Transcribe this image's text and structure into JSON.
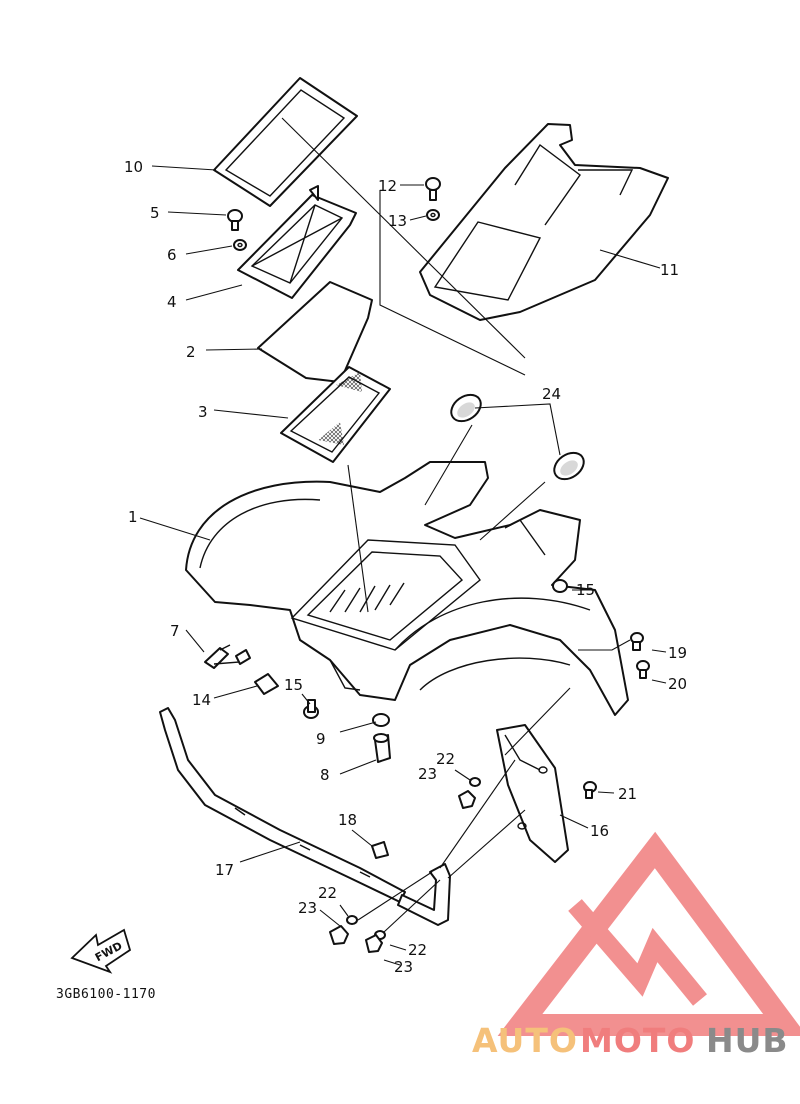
{
  "diagram_code": "3GB6100-1170",
  "fwd_label": "FWD",
  "callouts": {
    "c1": "1",
    "c2": "2",
    "c3": "3",
    "c4": "4",
    "c5": "5",
    "c6": "6",
    "c7": "7",
    "c8": "8",
    "c9": "9",
    "c10": "10",
    "c11": "11",
    "c12": "12",
    "c13": "13",
    "c14": "14",
    "c15a": "15",
    "c15b": "15",
    "c16": "16",
    "c17": "17",
    "c18": "18",
    "c19": "19",
    "c20": "20",
    "c21": "21",
    "c22a": "22",
    "c22b": "22",
    "c22c": "22",
    "c23a": "23",
    "c23b": "23",
    "c23c": "23",
    "c24": "24"
  },
  "watermark": {
    "part1": "AUTO",
    "part2": "MOTO",
    "part3": "HUB",
    "color_primary": "#f07d7d",
    "color_secondary": "#f5c17a",
    "color_tertiary": "#8a8a8a"
  }
}
